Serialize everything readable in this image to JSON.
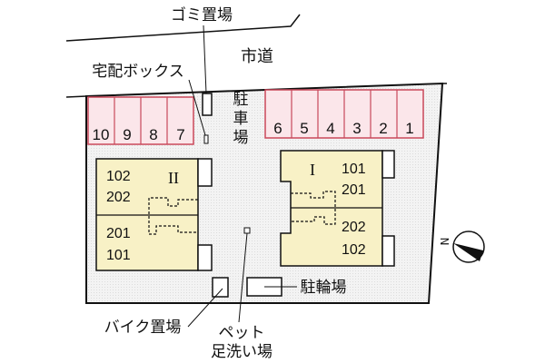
{
  "labels": {
    "garbage": "ゴミ置場",
    "city_road": "市道",
    "delivery_box": "宅配ボックス",
    "parking_1": "駐",
    "parking_2": "車",
    "parking_3": "場",
    "bicycle": "駐輪場",
    "motorbike": "バイク置場",
    "pet_wash_1": "ペット",
    "pet_wash_2": "足洗い場"
  },
  "parking_left": [
    "10",
    "9",
    "8",
    "7"
  ],
  "parking_right": [
    "6",
    "5",
    "4",
    "3",
    "2",
    "1"
  ],
  "building_2": {
    "name": "II",
    "upper_units": [
      "102",
      "202"
    ],
    "lower_units": [
      "201",
      "101"
    ]
  },
  "building_1": {
    "name": "I",
    "upper_units": [
      "101",
      "201"
    ],
    "lower_units": [
      "202",
      "102"
    ]
  },
  "compass": {
    "label": "N"
  },
  "colors": {
    "lot_fill": "#f0f0f0",
    "parking_fill": "#fbe6ea",
    "parking_stroke": "#c9485b",
    "building_fill": "#f8f1c6",
    "line": "#111111"
  }
}
